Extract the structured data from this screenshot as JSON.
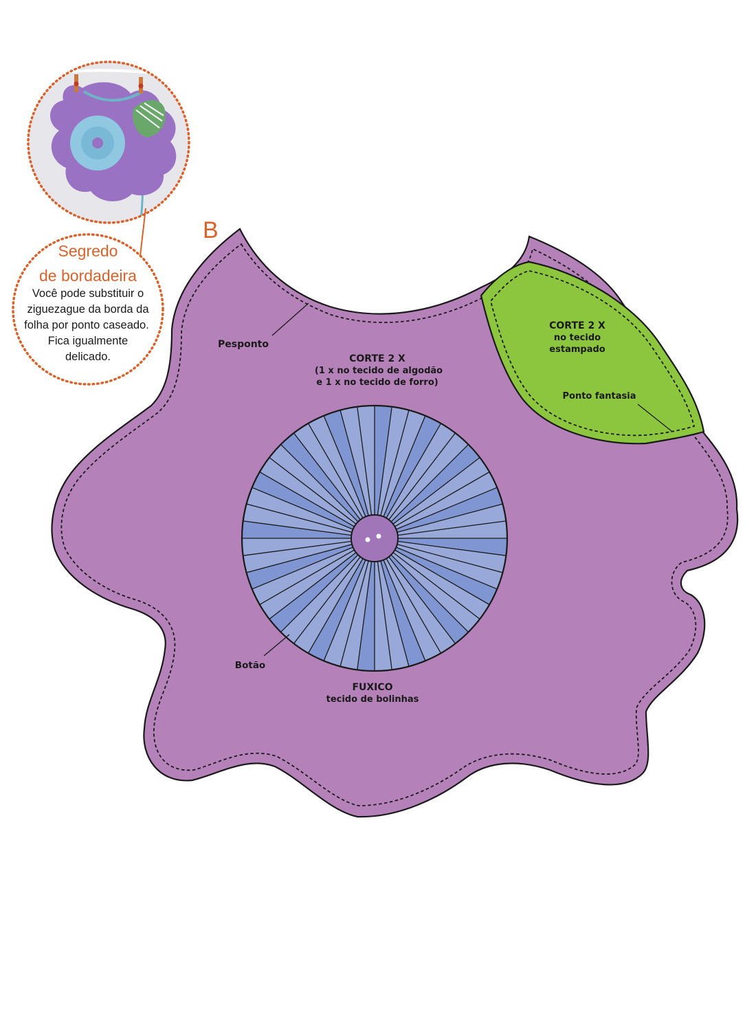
{
  "colors": {
    "bib_fill": "#b482b9",
    "leaf_fill": "#8cc63f",
    "fuxico_light": "#97a8d9",
    "fuxico_dark": "#7f96d2",
    "button_fill": "#a176b8",
    "accent": "#d9622b",
    "outline": "#1a1a1a"
  },
  "piece_letter": "B",
  "tip": {
    "title_line1": "Segredo",
    "title_line2": "de bordadeira",
    "body_lines": [
      "Você pode substituir o",
      "ziguezague da borda da",
      "folha por ponto caseado.",
      "Fica igualmente",
      "delicado."
    ]
  },
  "labels": {
    "pesponto": "Pesponto",
    "bib_cut": "CORTE 2 X",
    "bib_cut_detail_1": "(1 x no tecido de algodão",
    "bib_cut_detail_2": "e 1 x no tecido de forro)",
    "leaf_cut": "CORTE 2 X",
    "leaf_cut_detail_1": "no tecido",
    "leaf_cut_detail_2": "estampado",
    "ponto_fantasia": "Ponto fantasia",
    "botao": "Botão",
    "fuxico": "FUXICO",
    "fuxico_detail": "tecido de bolinhas"
  },
  "icons": {
    "photo": "bib-photo-thumbnail",
    "button": "button-icon",
    "fuxico": "yo-yo-flower-icon",
    "leaf": "leaf-icon"
  }
}
